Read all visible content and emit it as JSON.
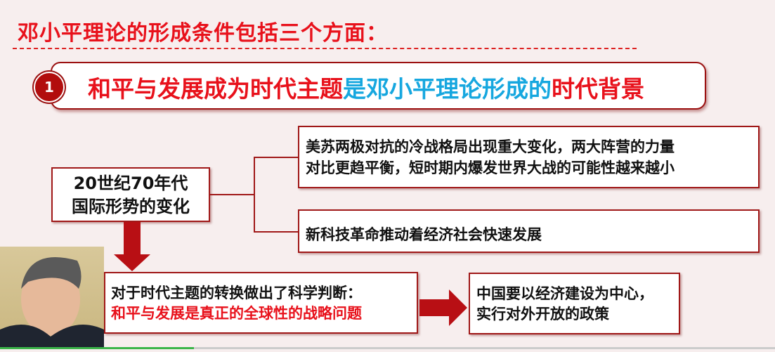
{
  "title": "邓小平理论的形成条件包括三个方面：",
  "banner": {
    "number": "1",
    "part1": "和平与发展成为时代主题",
    "part2": "是邓小平理论形成的",
    "part3": "时代背景"
  },
  "left_box": {
    "line1": "20世纪70年代",
    "line2": "国际形势的变化"
  },
  "right_boxes": [
    {
      "line1": "美苏两极对抗的冷战格局出现重大变化，两大阵营的力量",
      "line2": "对比更趋平衡，短时期内爆发世界大战的可能性越来越小"
    },
    {
      "line1": "新科技革命推动着经济社会快速发展"
    }
  ],
  "judgment_box": {
    "line1": "对于时代主题的转换做出了科学判断：",
    "line2": "和平与发展是真正的全球性的战略问题"
  },
  "result_box": {
    "line1": "中国要以经济建设为中心，",
    "line2": "实行对外开放的政策"
  },
  "video_progress": 0.25,
  "colors": {
    "red": "#e8111b",
    "blue": "#16a7df",
    "dark_red": "#a01818",
    "progress": "#3cb54a"
  }
}
